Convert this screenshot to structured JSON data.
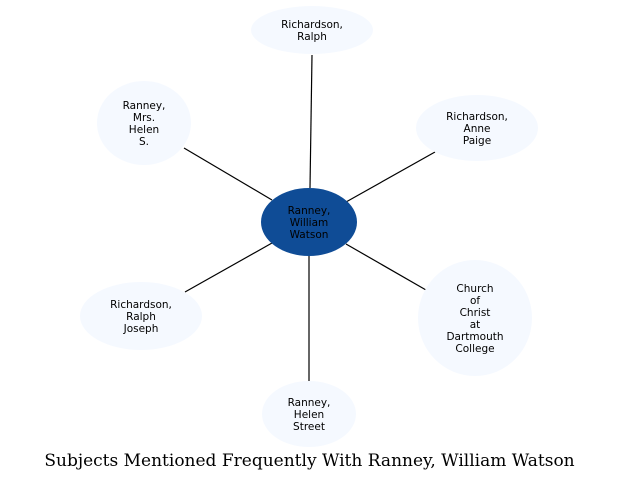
{
  "caption": "Subjects Mentioned Frequently With Ranney, William Watson",
  "colors": {
    "center_fill": "#0f4c96",
    "node_fill": "#f5f9ff",
    "edge": "#000000"
  },
  "center": {
    "lines": [
      "Ranney,",
      "William",
      "Watson"
    ]
  },
  "nodes": [
    {
      "id": "richardson-ralph",
      "lines": [
        "Richardson,",
        "Ralph"
      ]
    },
    {
      "id": "richardson-anne-paige",
      "lines": [
        "Richardson,",
        "Anne",
        "Paige"
      ]
    },
    {
      "id": "church-of-christ-dartmouth",
      "lines": [
        "Church",
        "of",
        "Christ",
        "at",
        "Dartmouth",
        "College"
      ]
    },
    {
      "id": "ranney-helen-street",
      "lines": [
        "Ranney,",
        "Helen",
        "Street"
      ]
    },
    {
      "id": "richardson-ralph-joseph",
      "lines": [
        "Richardson,",
        "Ralph",
        "Joseph"
      ]
    },
    {
      "id": "ranney-mrs-helen-s",
      "lines": [
        "Ranney,",
        "Mrs.",
        "Helen",
        "S."
      ]
    }
  ]
}
